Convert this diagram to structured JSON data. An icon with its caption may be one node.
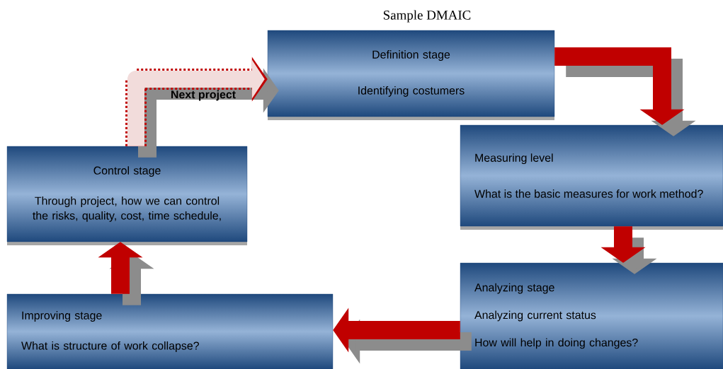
{
  "diagram": {
    "title": "Sample DMAIC",
    "nodes": [
      {
        "text": [
          "Definition stage",
          "Identifying costumers"
        ]
      },
      {
        "text": [
          "Measuring level",
          "What is the basic measures for work method?"
        ]
      },
      {
        "text": [
          "Analyzing stage",
          "Analyzing current status",
          "How will help in doing changes?"
        ]
      },
      {
        "text": [
          "Improving stage",
          "What is structure of work collapse?"
        ]
      },
      {
        "text": [
          "Control stage",
          "Through project, how we can control the risks, quality, cost, time schedule,"
        ]
      }
    ],
    "edges": [
      {
        "from": 0,
        "to": 1,
        "arrow": "to"
      },
      {
        "from": 1,
        "to": 2,
        "arrow": "to"
      },
      {
        "from": 2,
        "to": 3,
        "arrow": "to"
      },
      {
        "from": 3,
        "to": 4,
        "arrow": "to"
      },
      {
        "from": 4,
        "to": 0,
        "arrow": "to",
        "label": "Next project",
        "style": "dashed"
      }
    ]
  }
}
